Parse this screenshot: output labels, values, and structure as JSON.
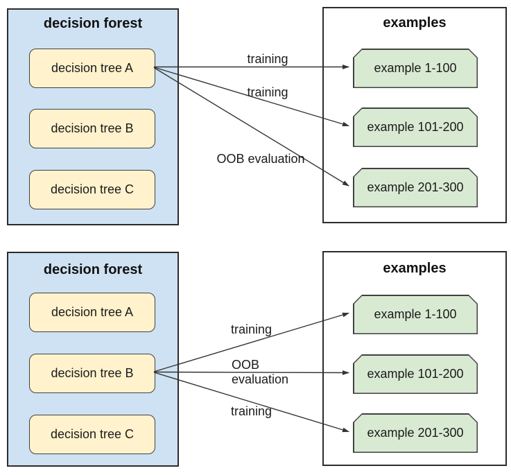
{
  "top_diagram": {
    "forest": {
      "title": "decision forest",
      "trees": [
        "decision tree A",
        "decision tree B",
        "decision tree C"
      ]
    },
    "examples": {
      "title": "examples",
      "items": [
        "example 1-100",
        "example 101-200",
        "example 201-300"
      ]
    },
    "arrows": [
      {
        "from": "decision tree A",
        "to": "example 1-100",
        "label": "training"
      },
      {
        "from": "decision tree A",
        "to": "example 101-200",
        "label": "training"
      },
      {
        "from": "decision tree A",
        "to": "example 201-300",
        "label": "OOB evaluation"
      }
    ]
  },
  "bottom_diagram": {
    "forest": {
      "title": "decision forest",
      "trees": [
        "decision tree A",
        "decision tree B",
        "decision tree C"
      ]
    },
    "examples": {
      "title": "examples",
      "items": [
        "example 1-100",
        "example 101-200",
        "example 201-300"
      ]
    },
    "arrows": [
      {
        "from": "decision tree B",
        "to": "example 1-100",
        "label": "training"
      },
      {
        "from": "decision tree B",
        "to": "example 101-200",
        "label": "OOB evaluation"
      },
      {
        "from": "decision tree B",
        "to": "example 201-300",
        "label": "training"
      }
    ]
  },
  "colors": {
    "forest_panel_bg": "#cfe2f3",
    "tree_node_bg": "#fff2cc",
    "example_node_bg": "#d9ead3",
    "examples_panel_bg": "#ffffff",
    "stroke": "#404040",
    "arrow": "#333333",
    "text": "#1a1a1a"
  }
}
